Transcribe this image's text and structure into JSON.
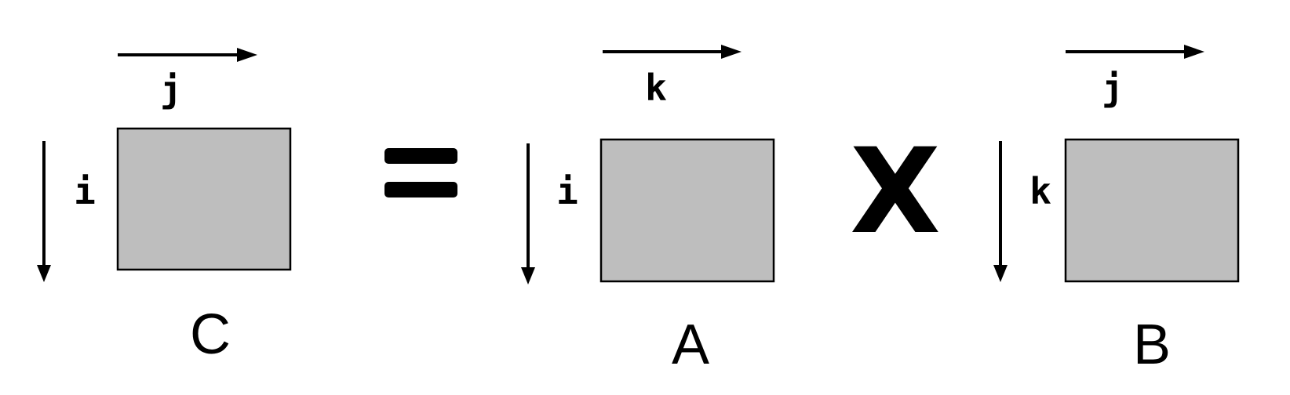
{
  "colors": {
    "matrix_fill": "#bebebe",
    "ink": "#000000",
    "background": "#ffffff"
  },
  "matrices": [
    {
      "name": "C",
      "row_index": "i",
      "col_index": "j"
    },
    {
      "name": "A",
      "row_index": "i",
      "col_index": "k"
    },
    {
      "name": "B",
      "row_index": "k",
      "col_index": "j"
    }
  ],
  "operators": {
    "equals": "=",
    "multiply": "X"
  }
}
